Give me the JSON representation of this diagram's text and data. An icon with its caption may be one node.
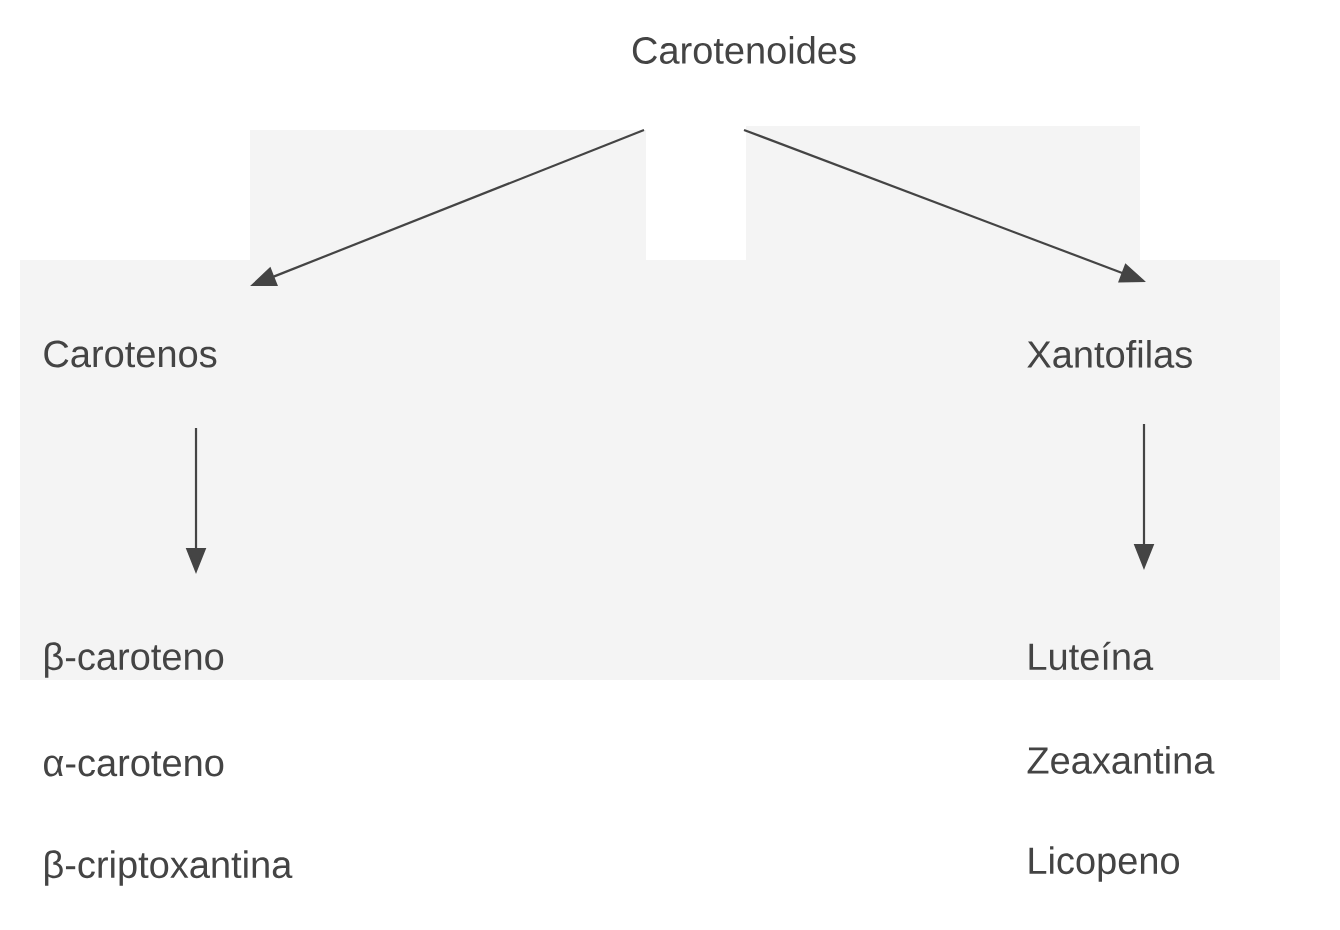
{
  "diagram": {
    "nodes": [
      {
        "text": [
          "Carotenoides"
        ]
      },
      {
        "text": [
          "Carotenos"
        ]
      },
      {
        "text": [
          "Xantofilas"
        ]
      },
      {
        "text": [
          "β-caroteno"
        ]
      },
      {
        "text": [
          "α-caroteno"
        ]
      },
      {
        "text": [
          "β-criptoxantina"
        ]
      },
      {
        "text": [
          "Luteína"
        ]
      },
      {
        "text": [
          "Zeaxantina"
        ]
      },
      {
        "text": [
          "Licopeno"
        ]
      }
    ],
    "edges": [
      {
        "from": 0,
        "to": 1,
        "arrow": "to"
      },
      {
        "from": 0,
        "to": 2,
        "arrow": "to"
      },
      {
        "from": 1,
        "to": 3,
        "arrow": "to"
      },
      {
        "from": 2,
        "to": 6,
        "arrow": "to"
      }
    ]
  }
}
